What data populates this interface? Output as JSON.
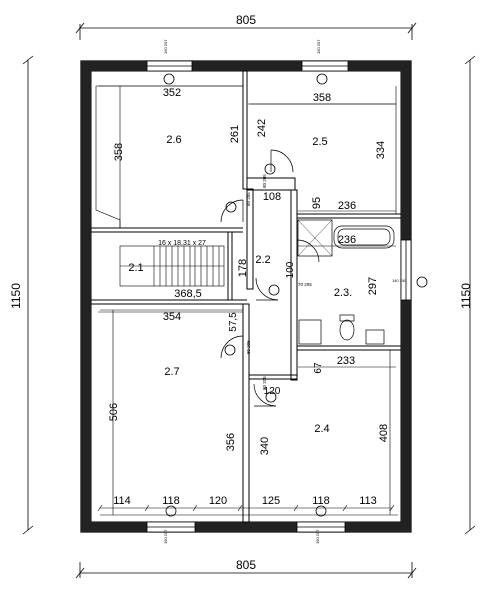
{
  "overall_dims": {
    "top": "805",
    "bottom": "805",
    "left": "1150",
    "right": "1150"
  },
  "rooms": [
    {
      "id": "2.1",
      "label": "2.1"
    },
    {
      "id": "2.2",
      "label": "2.2"
    },
    {
      "id": "2.3",
      "label": "2.3."
    },
    {
      "id": "2.4",
      "label": "2.4"
    },
    {
      "id": "2.5",
      "label": "2.5"
    },
    {
      "id": "2.6",
      "label": "2.6"
    },
    {
      "id": "2.7",
      "label": "2.7"
    }
  ],
  "stair_label": "16 x 18,31 x 27",
  "dims": {
    "d352": "352",
    "d358_top": "358",
    "d358_left": "358",
    "d261": "261",
    "d242": "242",
    "d334": "334",
    "d108": "108",
    "d95": "95",
    "d236_a": "236",
    "d236_b": "236",
    "d178": "178",
    "d100": "100",
    "d297": "297",
    "d368": "368,5",
    "d354": "354",
    "d575": "57,5",
    "d233": "233",
    "d67": "67",
    "d120_mid": "120",
    "d506": "506",
    "d356": "356",
    "d340": "340",
    "d408": "408",
    "b114": "114",
    "b118a": "118",
    "b120": "120",
    "b125": "125",
    "b118b": "118",
    "b113": "113"
  },
  "window_tags": {
    "top_left": "150 207",
    "top_right": "150 207",
    "bottom_left": "150 207",
    "bottom_right": "150 207",
    "right": "140 150"
  },
  "door_tags": {
    "d1": "80 205",
    "d2": "80 205",
    "d3": "70 205",
    "d4": "80 205",
    "d5": "80 205",
    "d6": "80 205"
  }
}
